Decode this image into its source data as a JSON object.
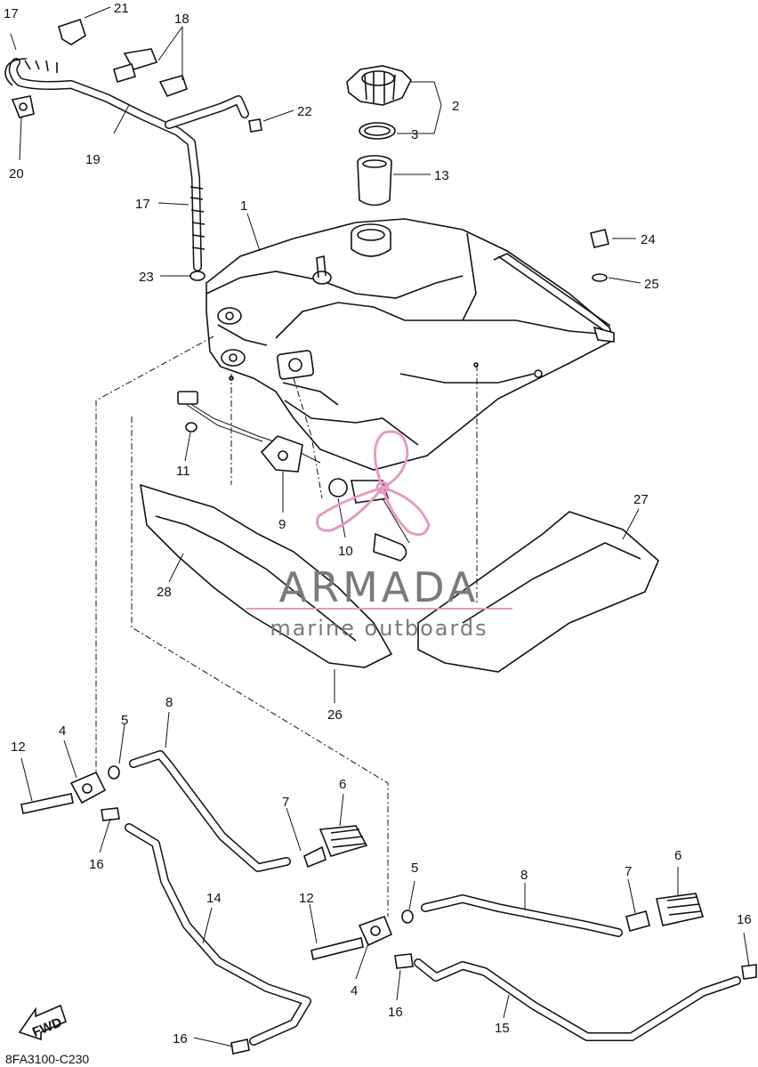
{
  "diagram": {
    "code": "8FA3100-C230",
    "fwd_label": "FWD",
    "callouts": [
      {
        "id": "c1",
        "text": "1"
      },
      {
        "id": "c2",
        "text": "2"
      },
      {
        "id": "c3",
        "text": "3"
      },
      {
        "id": "c4a",
        "text": "4"
      },
      {
        "id": "c4b",
        "text": "4"
      },
      {
        "id": "c5a",
        "text": "5"
      },
      {
        "id": "c5b",
        "text": "5"
      },
      {
        "id": "c6a",
        "text": "6"
      },
      {
        "id": "c6b",
        "text": "6"
      },
      {
        "id": "c7a",
        "text": "7"
      },
      {
        "id": "c7b",
        "text": "7"
      },
      {
        "id": "c8a",
        "text": "8"
      },
      {
        "id": "c8b",
        "text": "8"
      },
      {
        "id": "c9",
        "text": "9"
      },
      {
        "id": "c10",
        "text": "10"
      },
      {
        "id": "c11",
        "text": "11"
      },
      {
        "id": "c12a",
        "text": "12"
      },
      {
        "id": "c12b",
        "text": "12"
      },
      {
        "id": "c13",
        "text": "13"
      },
      {
        "id": "c14",
        "text": "14"
      },
      {
        "id": "c15",
        "text": "15"
      },
      {
        "id": "c16a",
        "text": "16"
      },
      {
        "id": "c16b",
        "text": "16"
      },
      {
        "id": "c16c",
        "text": "16"
      },
      {
        "id": "c16d",
        "text": "16"
      },
      {
        "id": "c17a",
        "text": "17"
      },
      {
        "id": "c17b",
        "text": "17"
      },
      {
        "id": "c18",
        "text": "18"
      },
      {
        "id": "c19",
        "text": "19"
      },
      {
        "id": "c20",
        "text": "20"
      },
      {
        "id": "c21",
        "text": "21"
      },
      {
        "id": "c22",
        "text": "22"
      },
      {
        "id": "c23",
        "text": "23"
      },
      {
        "id": "c24",
        "text": "24"
      },
      {
        "id": "c25",
        "text": "25"
      },
      {
        "id": "c26",
        "text": "26"
      },
      {
        "id": "c27",
        "text": "27"
      },
      {
        "id": "c28",
        "text": "28"
      }
    ]
  },
  "watermark": {
    "brand": "ARMADA",
    "tagline": "marine outboards",
    "brand_color": "#7a7a7a",
    "accent_color": "#e59bc3",
    "logo_icon": "propeller-icon"
  }
}
